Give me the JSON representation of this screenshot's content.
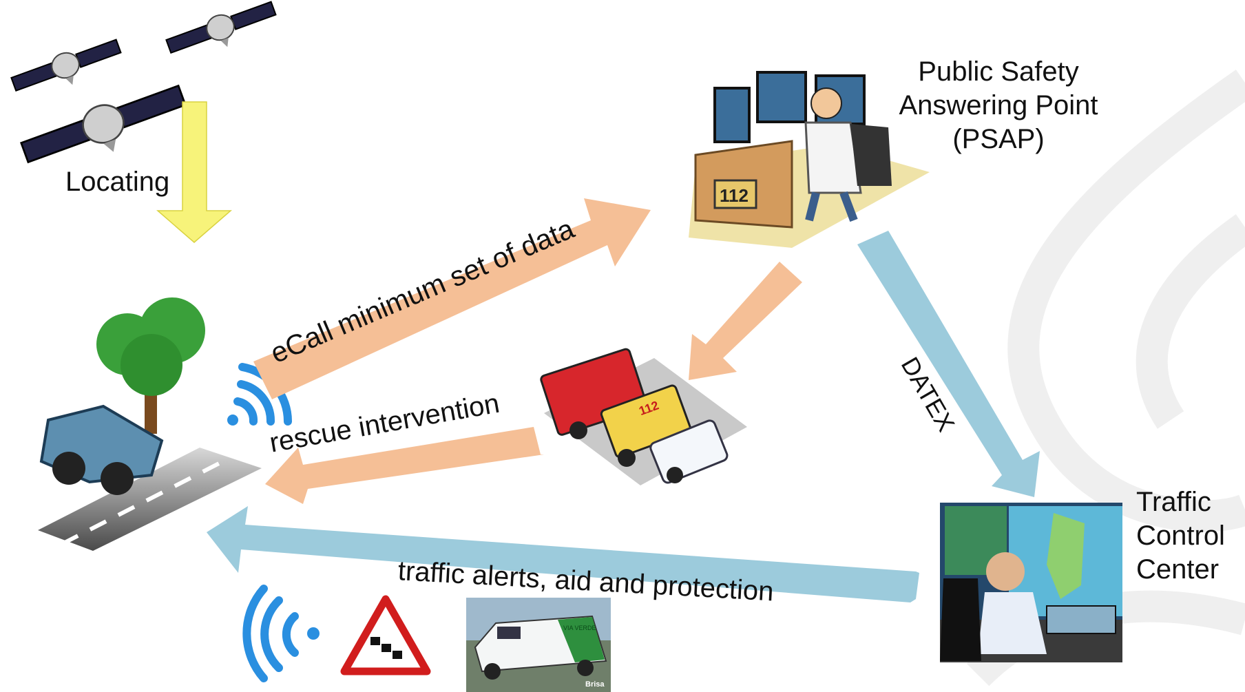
{
  "labels": {
    "locating": "Locating",
    "psap_line1": "Public Safety",
    "psap_line2": "Answering Point",
    "psap_line3": "(PSAP)",
    "tcc_line1": "Traffic",
    "tcc_line2": "Control",
    "tcc_line3": "Center",
    "ecall": "eCall minimum set of data",
    "rescue": "rescue intervention",
    "datex": "DATEX",
    "traffic_alerts": "traffic alerts, aid and protection",
    "desk_number": "112",
    "ambulance_number": "112",
    "van_brand": "VIA VERDE",
    "van_logo": "Brisa"
  },
  "colors": {
    "yellow_arrow": "#f7f37a",
    "orange_arrow": "#f5bf96",
    "blue_arrow": "#9ccbdc",
    "wifi": "#2a8fe0",
    "background_swirl": "#eeeeee"
  },
  "icons": {
    "satellites": "satellite-icon",
    "crashed_car": "crashed-car-icon",
    "operator": "psap-operator-icon",
    "vehicles": "emergency-vehicles-icon",
    "control_room": "traffic-control-room-icon",
    "warning": "traffic-jam-warning-sign-icon",
    "van": "assistance-van-icon"
  }
}
